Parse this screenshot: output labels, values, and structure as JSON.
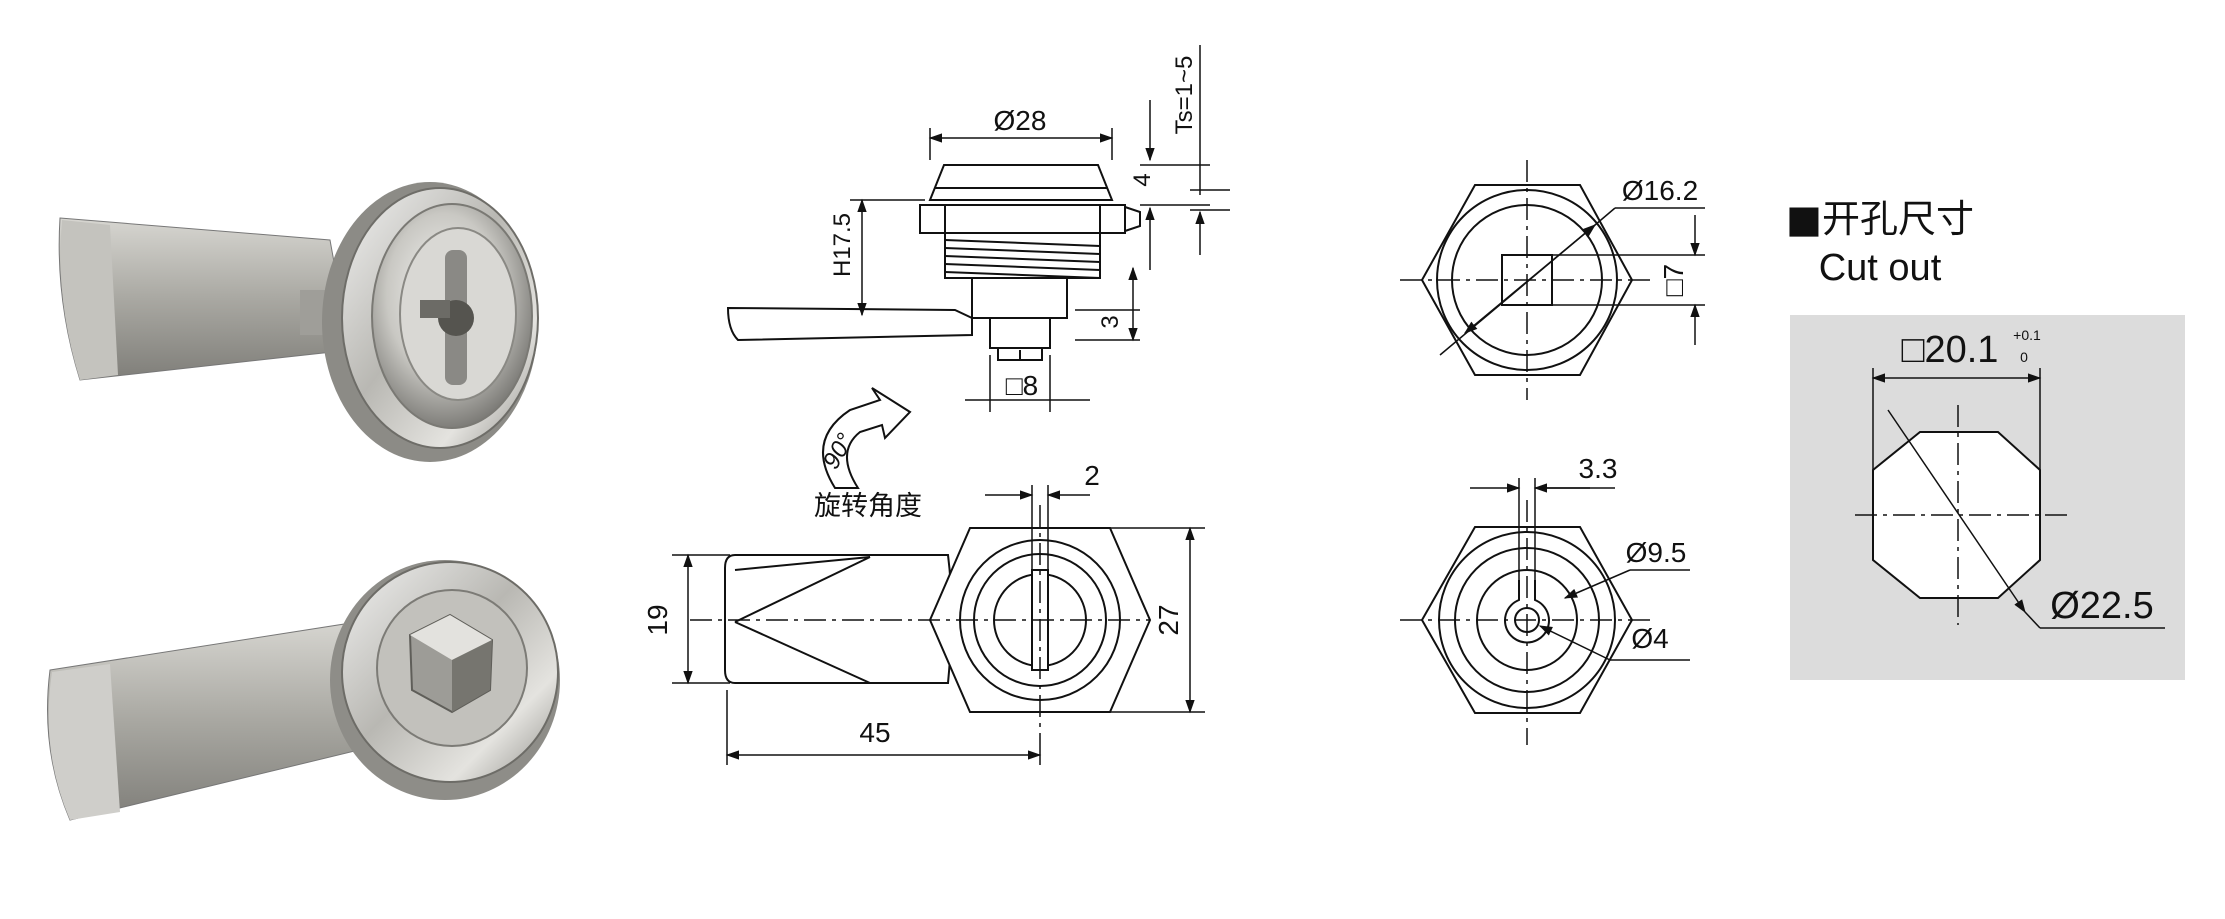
{
  "diagram": {
    "side_view": {
      "head_diameter": "Ø28",
      "panel_thickness": "Ts=1~5",
      "head_height": "4",
      "body_height": "H17.5",
      "cam_offset": "3",
      "square_drive": "□8"
    },
    "rotation": {
      "angle": "90°",
      "label": "旋转角度"
    },
    "top_view": {
      "slot_width": "2",
      "cam_width": "19",
      "hex_height": "27",
      "cam_length": "45"
    },
    "front_view_square": {
      "diameter": "Ø16.2",
      "square": "□7"
    },
    "front_view_key": {
      "slot_width": "3.3",
      "outer_diameter": "Ø9.5",
      "inner_diameter": "Ø4"
    },
    "cutout": {
      "title_cn": "■开孔尺寸",
      "title_en": "Cut out",
      "width": "□20.1",
      "tol_upper": "+0.1",
      "tol_lower": "0",
      "diameter": "Ø22.5",
      "panel_color": "#dcdcdc"
    }
  }
}
